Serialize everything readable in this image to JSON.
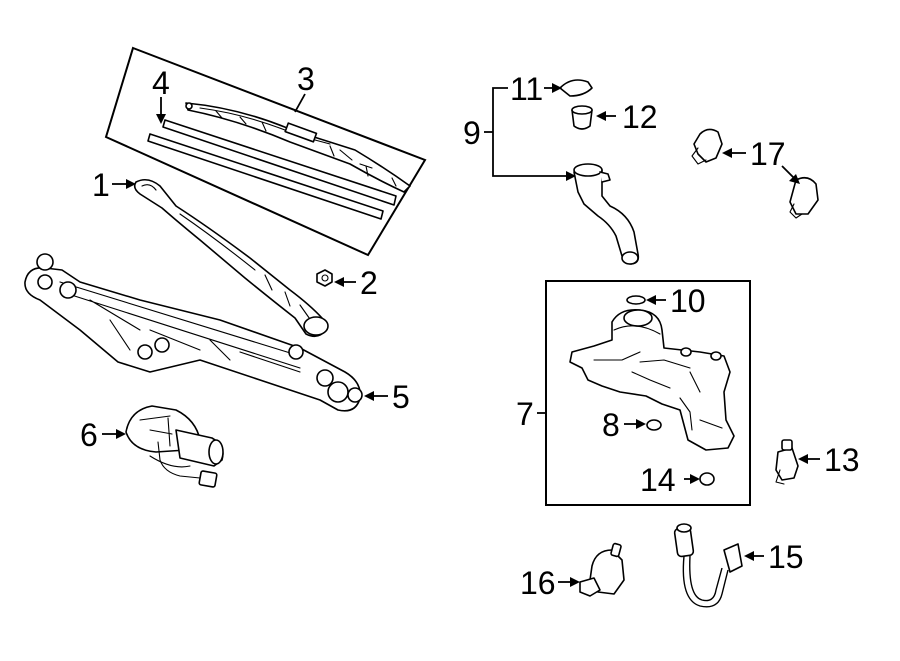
{
  "callouts": [
    {
      "id": "c1",
      "label": "1"
    },
    {
      "id": "c2",
      "label": "2"
    },
    {
      "id": "c3",
      "label": "3"
    },
    {
      "id": "c4",
      "label": "4"
    },
    {
      "id": "c5",
      "label": "5"
    },
    {
      "id": "c6",
      "label": "6"
    },
    {
      "id": "c7",
      "label": "7"
    },
    {
      "id": "c8",
      "label": "8"
    },
    {
      "id": "c9",
      "label": "9"
    },
    {
      "id": "c10",
      "label": "10"
    },
    {
      "id": "c11",
      "label": "11"
    },
    {
      "id": "c12",
      "label": "12"
    },
    {
      "id": "c13",
      "label": "13"
    },
    {
      "id": "c14",
      "label": "14"
    },
    {
      "id": "c15",
      "label": "15"
    },
    {
      "id": "c16",
      "label": "16"
    },
    {
      "id": "c17",
      "label": "17"
    }
  ],
  "colors": {
    "line": "#000000",
    "background": "#ffffff"
  }
}
